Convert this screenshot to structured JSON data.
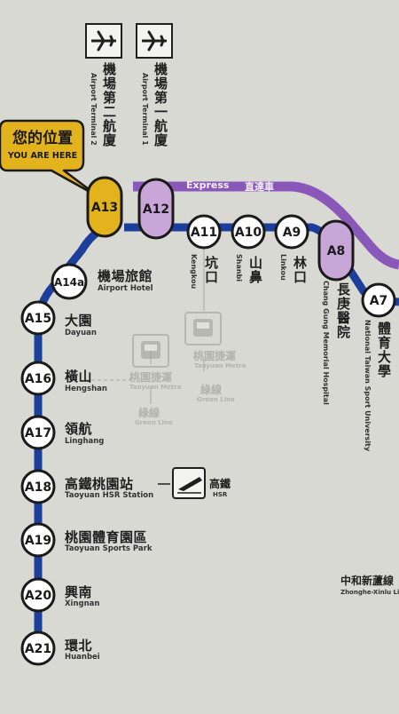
{
  "express": {
    "label_en": "Express",
    "label_zh": "直達車"
  },
  "callout": {
    "zh": "您的位置",
    "en": "YOU ARE HERE"
  },
  "colors": {
    "background": "#d9d9d4",
    "commuter_line": "#1d3f9c",
    "express_line": "#8a58b8",
    "current_station": "#e2b31c",
    "express_station": "#c9a6d8"
  },
  "terminals": [
    {
      "id": "A13",
      "zh": "機場第二航廈",
      "en": "Airport Terminal 2"
    },
    {
      "id": "A12",
      "zh": "機場第一航廈",
      "en": "Airport Terminal 1"
    }
  ],
  "stations": [
    {
      "id": "A13",
      "type": "current"
    },
    {
      "id": "A12",
      "type": "express"
    },
    {
      "id": "A11",
      "type": "normal",
      "zh": "坑口",
      "en": "Kengkou"
    },
    {
      "id": "A10",
      "type": "normal",
      "zh": "山鼻",
      "en": "Shanbi"
    },
    {
      "id": "A9",
      "type": "normal",
      "zh": "林口",
      "en": "Linkou"
    },
    {
      "id": "A8",
      "type": "express",
      "zh": "長庚醫院",
      "en": "Chang Gung Memorial Hospital"
    },
    {
      "id": "A7",
      "type": "normal",
      "zh": "體育大學",
      "en": "National Taiwan Sport University"
    },
    {
      "id": "A14a",
      "type": "normal",
      "zh": "機場旅館",
      "en": "Airport Hotel"
    },
    {
      "id": "A15",
      "type": "normal",
      "zh": "大園",
      "en": "Dayuan"
    },
    {
      "id": "A16",
      "type": "normal",
      "zh": "橫山",
      "en": "Hengshan"
    },
    {
      "id": "A17",
      "type": "normal",
      "zh": "領航",
      "en": "Linghang"
    },
    {
      "id": "A18",
      "type": "normal",
      "zh": "高鐵桃園站",
      "en": "Taoyuan HSR Station"
    },
    {
      "id": "A19",
      "type": "normal",
      "zh": "桃園體育園區",
      "en": "Taoyuan Sports Park"
    },
    {
      "id": "A20",
      "type": "normal",
      "zh": "興南",
      "en": "Xingnan"
    },
    {
      "id": "A21",
      "type": "normal",
      "zh": "環北",
      "en": "Huanbei"
    }
  ],
  "green_line": {
    "zh": "桃園捷運",
    "en": "Taoyuan Metro",
    "line_zh": "綠線",
    "line_en": "Green Line"
  },
  "hsr": {
    "zh": "高鐵",
    "en": "HSR"
  },
  "zhonghe": {
    "zh": "中和新蘆線",
    "en": "Zhonghe-Xinlu Line"
  }
}
